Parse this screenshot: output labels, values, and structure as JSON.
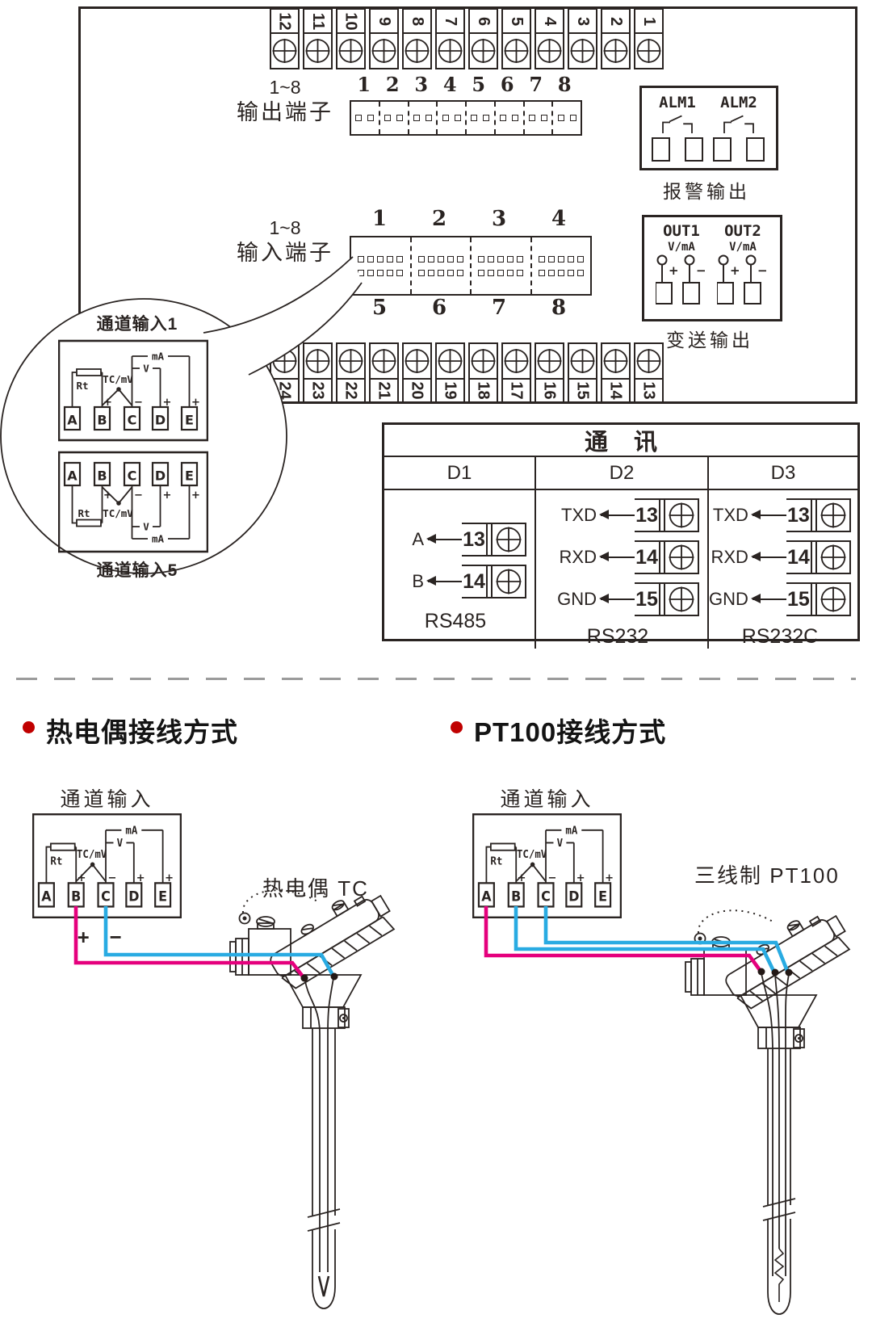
{
  "panel": {
    "top_terminals": [
      "12",
      "11",
      "10",
      "9",
      "8",
      "7",
      "6",
      "5",
      "4",
      "3",
      "2",
      "1"
    ],
    "bottom_terminals": [
      "24",
      "23",
      "22",
      "21",
      "20",
      "19",
      "18",
      "17",
      "16",
      "15",
      "14",
      "13"
    ],
    "output_connector": {
      "range": "1~8",
      "label": "输出端子",
      "numbers": [
        "1",
        "2",
        "3",
        "4",
        "5",
        "6",
        "7",
        "8"
      ]
    },
    "input_connector": {
      "range": "1~8",
      "label": "输入端子",
      "top_numbers": [
        "1",
        "2",
        "3",
        "4"
      ],
      "bottom_numbers": [
        "5",
        "6",
        "7",
        "8"
      ]
    },
    "alarm": {
      "ch1": "ALM1",
      "ch2": "ALM2",
      "caption": "报警输出"
    },
    "transmit": {
      "ch1": "OUT1",
      "ch2": "OUT2",
      "unit": "V/mA",
      "plus": "+",
      "minus": "−",
      "caption": "变送输出"
    }
  },
  "bubble": {
    "ch1_label": "通道输入1",
    "ch5_label": "通道输入5"
  },
  "chdiag": {
    "ma": "mA",
    "v": "V",
    "rt": "Rt",
    "tc": "TC/mV",
    "a": "A",
    "b": "B",
    "c": "C",
    "d": "D",
    "e": "E",
    "plus": "+",
    "minus": "−"
  },
  "comm": {
    "title": "通 讯",
    "d1": {
      "name": "D1",
      "rows": [
        {
          "signal": "A",
          "terminal": "13"
        },
        {
          "signal": "B",
          "terminal": "14"
        }
      ],
      "caption": "RS485"
    },
    "d2": {
      "name": "D2",
      "rows": [
        {
          "signal": "TXD",
          "terminal": "13"
        },
        {
          "signal": "RXD",
          "terminal": "14"
        },
        {
          "signal": "GND",
          "terminal": "15"
        }
      ],
      "caption": "RS232"
    },
    "d3": {
      "name": "D3",
      "rows": [
        {
          "signal": "TXD",
          "terminal": "13"
        },
        {
          "signal": "RXD",
          "terminal": "14"
        },
        {
          "signal": "GND",
          "terminal": "15"
        }
      ],
      "caption": "RS232C"
    }
  },
  "sections": {
    "tc": {
      "heading": "热电偶接线方式",
      "channel_label": "通道输入",
      "sensor_label": "热电偶 TC",
      "plus": "+",
      "minus": "−"
    },
    "pt": {
      "heading": "PT100接线方式",
      "channel_label": "通道输入",
      "sensor_label": "三线制 PT100"
    }
  },
  "colors": {
    "line": "#2a2422",
    "wire_pink": "#e5007d",
    "wire_blue": "#29abe2",
    "bullet_red": "#c00000",
    "divider_gray": "#9b9b9b"
  }
}
